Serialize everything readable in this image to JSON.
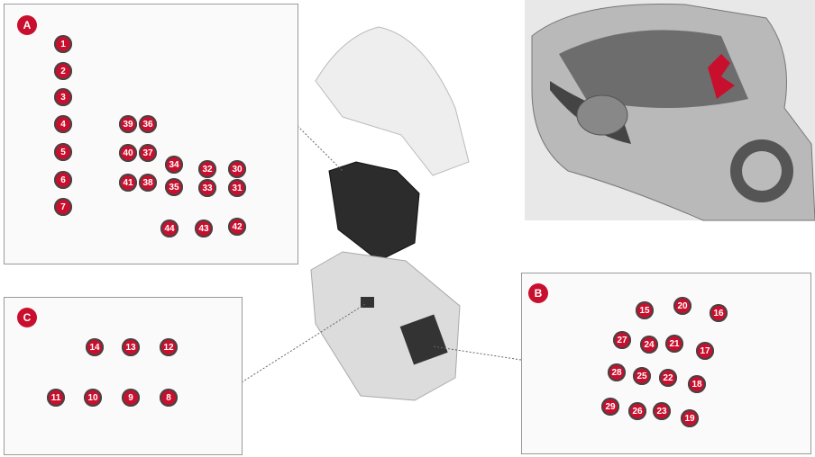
{
  "panels": {
    "a": {
      "label": "A",
      "fuses": [
        "1",
        "2",
        "3",
        "4",
        "5",
        "6",
        "7",
        "39",
        "36",
        "40",
        "37",
        "41",
        "38",
        "34",
        "35",
        "32",
        "33",
        "30",
        "31",
        "44",
        "43",
        "42"
      ]
    },
    "b": {
      "label": "B",
      "fuses": [
        "15",
        "20",
        "16",
        "27",
        "24",
        "21",
        "17",
        "28",
        "25",
        "22",
        "18",
        "29",
        "26",
        "23",
        "19"
      ]
    },
    "c": {
      "label": "C",
      "fuses": [
        "14",
        "13",
        "12",
        "11",
        "10",
        "9",
        "8"
      ]
    }
  },
  "colors": {
    "fuse": "#c8102e",
    "frame": "#9a9a9a"
  }
}
